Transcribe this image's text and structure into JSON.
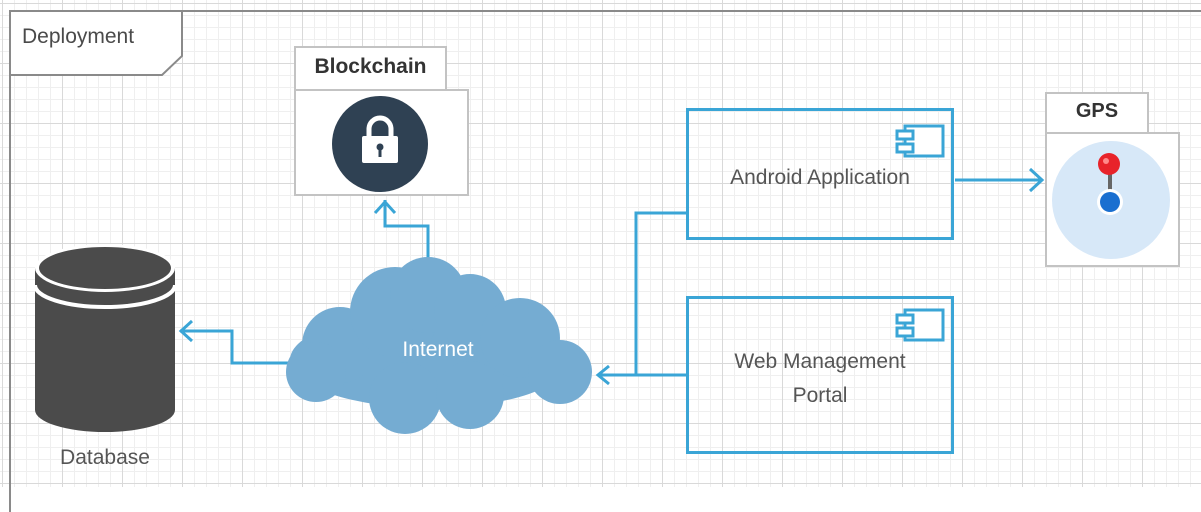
{
  "frame": {
    "title": "Deployment"
  },
  "nodes": {
    "blockchain": {
      "label": "Blockchain",
      "icon": "lock-icon"
    },
    "gps": {
      "label": "GPS",
      "icon": "map-pin-icon"
    },
    "database": {
      "label": "Database",
      "icon": "database-cylinder-icon"
    },
    "internet": {
      "label": "Internet",
      "icon": "cloud-icon"
    }
  },
  "components": {
    "android": {
      "label": "Android Application",
      "icon": "component-icon"
    },
    "web_portal": {
      "label_line1": "Web Management",
      "label_line2": "Portal",
      "icon": "component-icon"
    }
  },
  "colors": {
    "connector": "#3aa5d6",
    "cloud": "#75acd2",
    "database": "#4b4b4b",
    "lock_badge": "#2f4153",
    "gps_circle": "#d7e8f8",
    "gps_pin_head": "#e8232a",
    "gps_location_dot": "#1a6fd0"
  }
}
